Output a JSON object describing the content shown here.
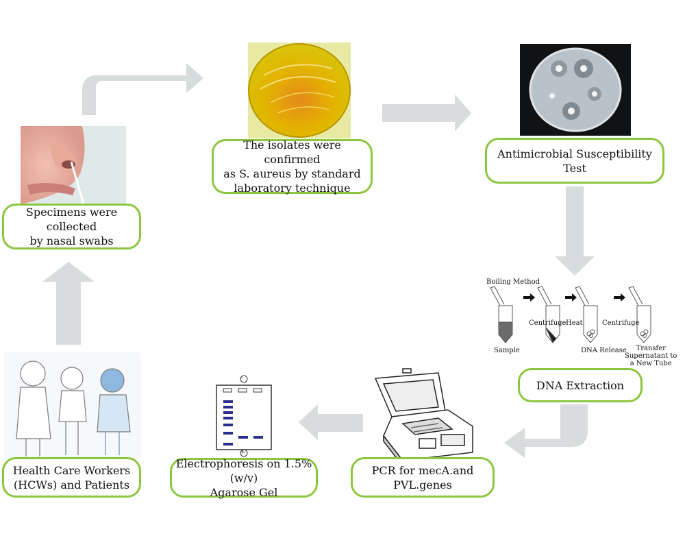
{
  "steps": {
    "specimens": [
      "Specimens were collected",
      "by nasal swabs"
    ],
    "isolates": [
      "The isolates were confirmed",
      "as S. aureus by standard",
      "laboratory technique"
    ],
    "ast": [
      "Antimicrobial Susceptibility Test"
    ],
    "dna": [
      "DNA Extraction"
    ],
    "pcr": [
      "PCR for mecA.and PVL.genes"
    ],
    "electro": [
      "Electrophoresis on  1.5% (w/v)",
      "Agarose Gel"
    ],
    "hcw": [
      "Health Care Workers",
      "(HCWs) and Patients"
    ]
  },
  "boiling": {
    "title": "Boiling Method",
    "centrifuge1": "Centrifuge",
    "heat": "Heat",
    "centrifuge2": "Centrifuge",
    "sample": "Sample",
    "dna_release": "DNA Release",
    "transfer": [
      "Transfer",
      "Supernatant to",
      "a New Tube"
    ]
  },
  "gel": {
    "minus": "-",
    "plus": "+"
  },
  "colors": {
    "border": "#8cc63f",
    "arrow": "#d9dcdc",
    "agar": "#e2c400",
    "band": "#2b2e8f"
  }
}
